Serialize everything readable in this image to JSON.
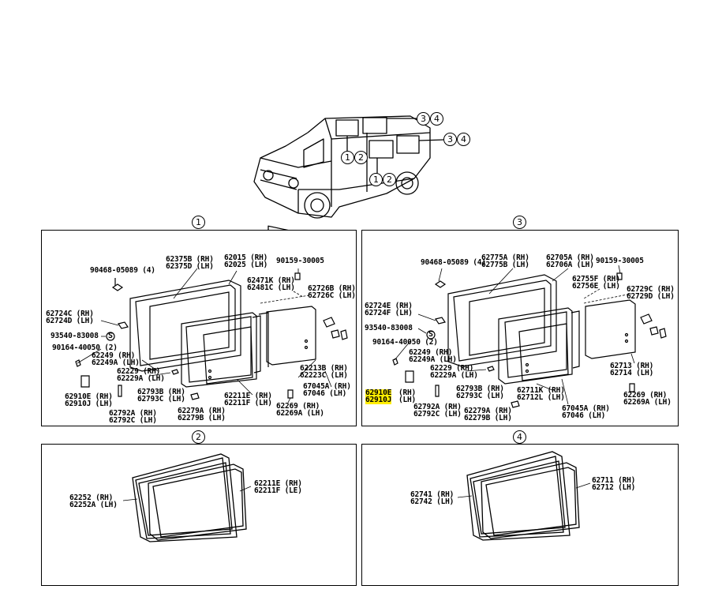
{
  "vehicle": {
    "callouts": [
      "3",
      "4",
      "3",
      "4",
      "1",
      "2",
      "1",
      "2"
    ]
  },
  "panels": {
    "p1": {
      "number": "1",
      "labels": [
        "62375B (RH)",
        "62375D (LH)",
        "62015 (RH)",
        "62025 (LH)",
        "90159-30005",
        "90468-05089 (4)",
        "62471K (RH)",
        "62481C (LH)",
        "62726B (RH)",
        "62726C (LH)",
        "62724C (RH)",
        "62724D (LH)",
        "93540-83008",
        "90164-40050 (2)",
        "62249 (RH)",
        "62249A (LH)",
        "62229 (RH)",
        "62229A (LH)",
        "62213B (RH)",
        "62223C (LH)",
        "67045A (RH)",
        "67046 (LH)",
        "62910E (RH)",
        "62910J (LH)",
        "62793B (RH)",
        "62793C (LH)",
        "62211E (RH)",
        "62211F (LH)",
        "62269 (RH)",
        "62269A (LH)",
        "62279A (RH)",
        "62279B (LH)",
        "62792A (RH)",
        "62792C (LH)"
      ],
      "screw_symbol": "S"
    },
    "p2": {
      "number": "2",
      "labels": [
        "62252 (RH)",
        "62252A (LH)",
        "62211E (RH)",
        "62211F (LE)"
      ]
    },
    "p3": {
      "number": "3",
      "labels": [
        "90468-05089 (4)",
        "62775A (RH)",
        "62775B (LH)",
        "62705A (RH)",
        "62706A (LH)",
        "90159-30005",
        "62755F (RH)",
        "62756E (LH)",
        "62729C (RH)",
        "62729D (LH)",
        "62724E (RH)",
        "62724F (LH)",
        "93540-83008",
        "90164-40050 (2)",
        "62249 (RH)",
        "62249A (LH)",
        "62229 (RH)",
        "62229A (LH)",
        "62910E",
        "(RH)",
        "62910J",
        "(LH)",
        "62793B (RH)",
        "62793C (LH)",
        "62713 (RH)",
        "62714 (LH)",
        "62711K (RH)",
        "62712L (LH)",
        "62269 (RH)",
        "62269A (LH)",
        "62792A (RH)",
        "62792C (LH)",
        "62279A (RH)",
        "62279B (LH)",
        "67045A (RH)",
        "67046 (LH)"
      ],
      "screw_symbol": "S"
    },
    "p4": {
      "number": "4",
      "labels": [
        "62741 (RH)",
        "62742 (LH)",
        "62711 (RH)",
        "62712 (LH)"
      ]
    }
  },
  "colors": {
    "highlight": "#ffee00",
    "ink": "#000000"
  }
}
